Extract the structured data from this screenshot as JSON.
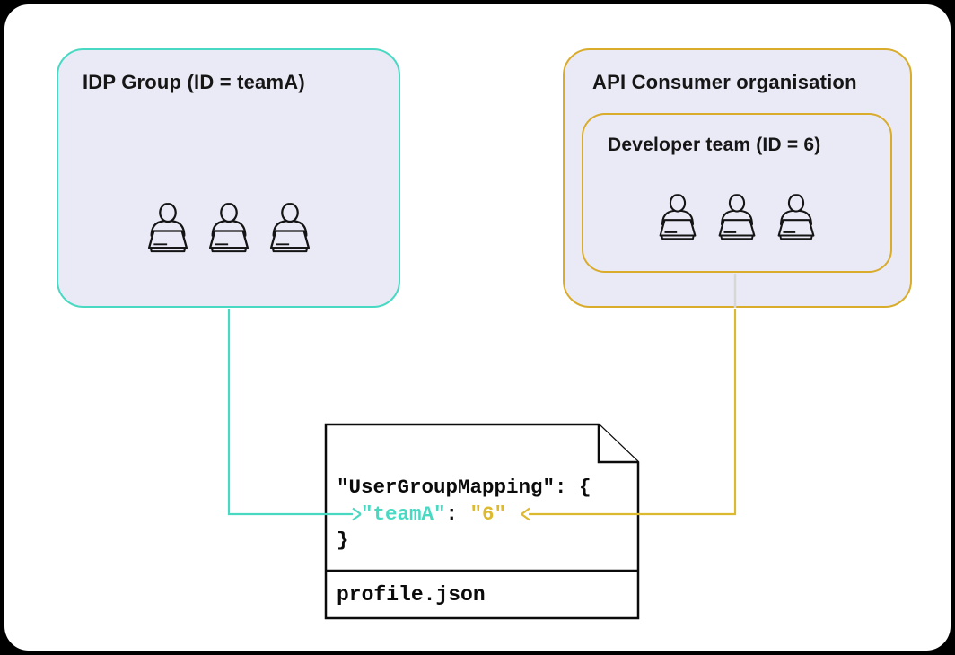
{
  "diagram": {
    "idp_group": {
      "title": "IDP Group (ID = teamA)",
      "member_count": 3
    },
    "api_consumer_org": {
      "title": "API Consumer organisation",
      "developer_team": {
        "title": "Developer team (ID = 6)",
        "member_count": 3
      }
    },
    "document": {
      "filename": "profile.json",
      "code": {
        "line1": "\"UserGroupMapping\": {",
        "indent": "  ",
        "key": "\"teamA\"",
        "separator": ": ",
        "value": "\"6\"",
        "line3": "}"
      }
    },
    "connections": [
      {
        "from": "IDP Group",
        "to": "teamA",
        "color_name": "teal"
      },
      {
        "from": "Developer team",
        "to": "6",
        "color_name": "gold"
      }
    ]
  },
  "icons": {
    "person": "person-at-laptop-icon",
    "document": "folded-corner-document"
  },
  "colors": {
    "teal": "#49d9c3",
    "gold": "#d9ac2c",
    "gold_bright": "#ddb92f",
    "lavender": "#eaeaf7",
    "connector_gray": "#d7d7d7",
    "ink": "#141414"
  }
}
